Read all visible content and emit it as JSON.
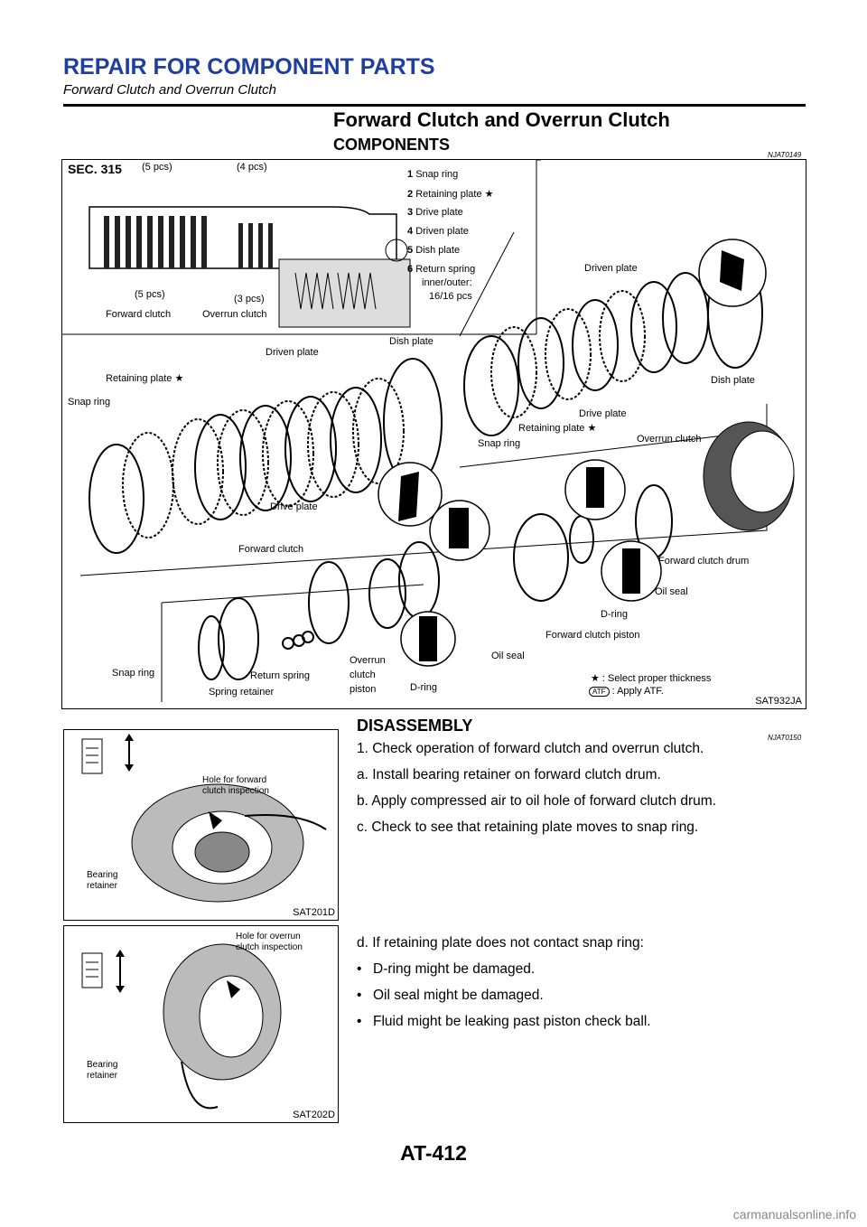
{
  "header": {
    "title": "REPAIR FOR COMPONENT PARTS",
    "subtitle": "Forward Clutch and Overrun Clutch"
  },
  "section_title": "Forward Clutch and Overrun Clutch",
  "components": {
    "heading": "COMPONENTS",
    "ref": "NJAT0149",
    "figure": {
      "sec": "SEC. 315",
      "code": "SAT932JA",
      "count_5pcs": "(5 pcs)",
      "count_4pcs": "(4 pcs)",
      "count_3pcs": "(3 pcs)",
      "forward_clutch": "Forward clutch",
      "overrun_clutch": "Overrun clutch",
      "legend": [
        {
          "num": "1",
          "text": "Snap ring"
        },
        {
          "num": "2",
          "text": "Retaining plate ★"
        },
        {
          "num": "3",
          "text": "Drive plate"
        },
        {
          "num": "4",
          "text": "Driven plate"
        },
        {
          "num": "5",
          "text": "Dish plate"
        },
        {
          "num": "6",
          "text": "Return spring"
        }
      ],
      "legend_6_line2": "inner/outer:",
      "legend_6_line3": "16/16 pcs",
      "labels": {
        "driven_plate": "Driven plate",
        "dish_plate": "Dish plate",
        "retaining_plate": "Retaining plate ★",
        "snap_ring": "Snap ring",
        "drive_plate": "Drive plate",
        "forward_clutch": "Forward clutch",
        "overrun_clutch": "Overrun clutch",
        "forward_clutch_drum": "Forward clutch drum",
        "oil_seal": "Oil seal",
        "d_ring": "D-ring",
        "forward_clutch_piston": "Forward clutch piston",
        "return_spring": "Return spring",
        "spring_retainer": "Spring retainer",
        "overrun_clutch_piston_1": "Overrun",
        "overrun_clutch_piston_2": "clutch",
        "overrun_clutch_piston_3": "piston",
        "atf": "ATF",
        "note_select": "★ : Select proper thickness",
        "note_apply": ": Apply ATF."
      }
    }
  },
  "disassembly": {
    "heading": "DISASSEMBLY",
    "ref": "NJAT0150",
    "steps": [
      "1. Check operation of forward clutch and overrun clutch.",
      "a. Install bearing retainer on forward clutch drum.",
      "b. Apply compressed air to oil hole of forward clutch drum.",
      "c. Check to see that retaining plate moves to snap ring."
    ],
    "step_d": "d. If retaining plate does not contact snap ring:",
    "bullets": [
      "D-ring might be damaged.",
      "Oil seal might be damaged.",
      "Fluid might be leaking past piston check ball."
    ],
    "fig1": {
      "code": "SAT201D",
      "callout1": "Hole for forward",
      "callout2": "clutch inspection",
      "bearing1": "Bearing",
      "bearing2": "retainer"
    },
    "fig2": {
      "code": "SAT202D",
      "callout1": "Hole for overrun",
      "callout2": "clutch inspection",
      "bearing1": "Bearing",
      "bearing2": "retainer"
    }
  },
  "footer": {
    "page": "AT-412"
  },
  "watermark": "carmanualsonline.info"
}
